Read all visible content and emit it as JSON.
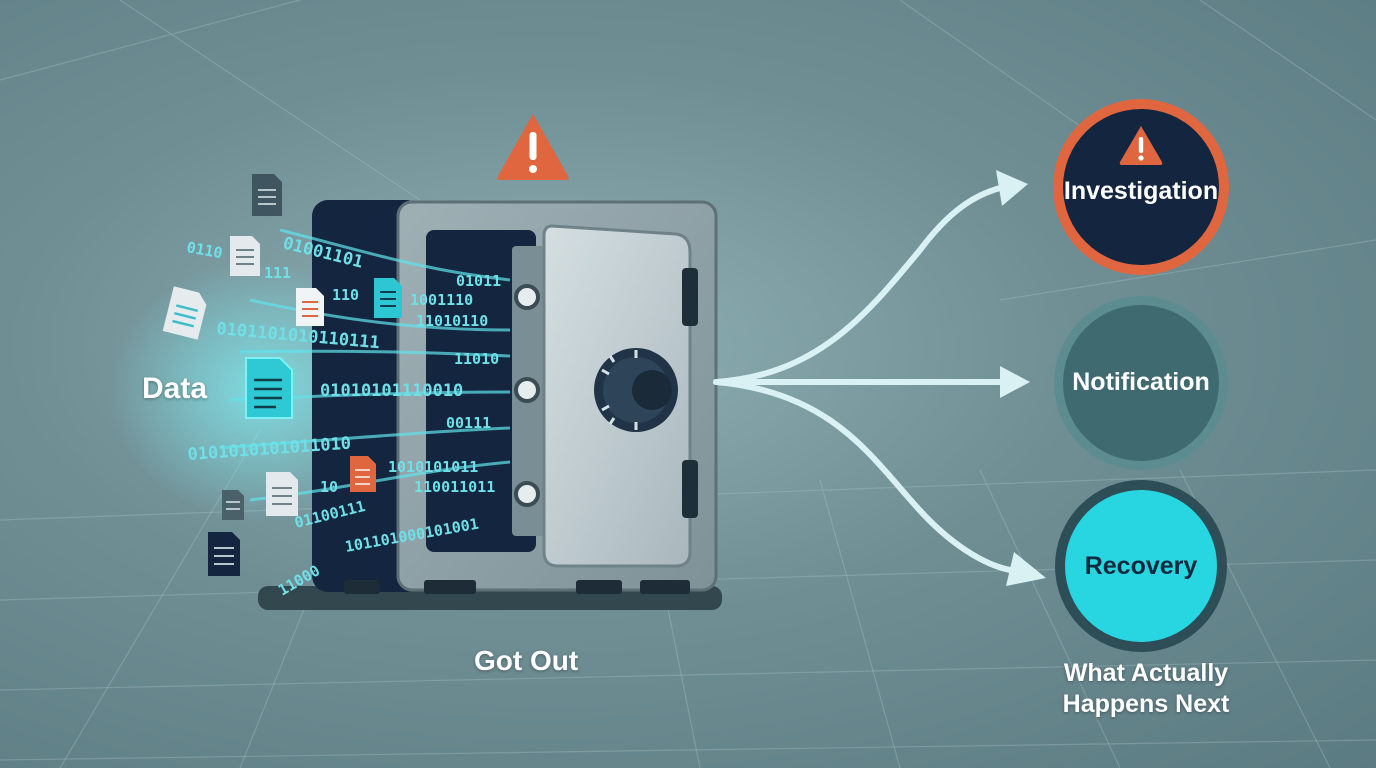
{
  "labels": {
    "data": "Data",
    "got_out": "Got Out",
    "next_line1": "What Actually",
    "next_line2": "Happens Next"
  },
  "outcomes": [
    {
      "label": "Investigation",
      "icon": "warning-icon",
      "fill": "#14253f",
      "ring": "#e0663f"
    },
    {
      "label": "Notification",
      "fill": "#3f6a70",
      "ring": "#5d8c90"
    },
    {
      "label": "Recovery",
      "fill": "#27d6e0",
      "ring": "#2d4d57"
    }
  ],
  "binary_strings": [
    "0110",
    "111",
    "01001101",
    "110",
    "1001110",
    "01011",
    "11010110",
    "0101101010110111",
    "11010",
    "01010101110010",
    "00111",
    "0101010101011010",
    "10",
    "1010101011",
    "110011011",
    "01100111",
    "101101000101001",
    "11000"
  ],
  "colors": {
    "accent_cyan": "#27d6e0",
    "warning_orange": "#e0663f",
    "safe_navy": "#14253f",
    "door_gray": "#c3cfd3"
  },
  "icons": [
    "warning-icon",
    "document-icon",
    "safe-icon",
    "dial-icon",
    "arrow-icon"
  ]
}
